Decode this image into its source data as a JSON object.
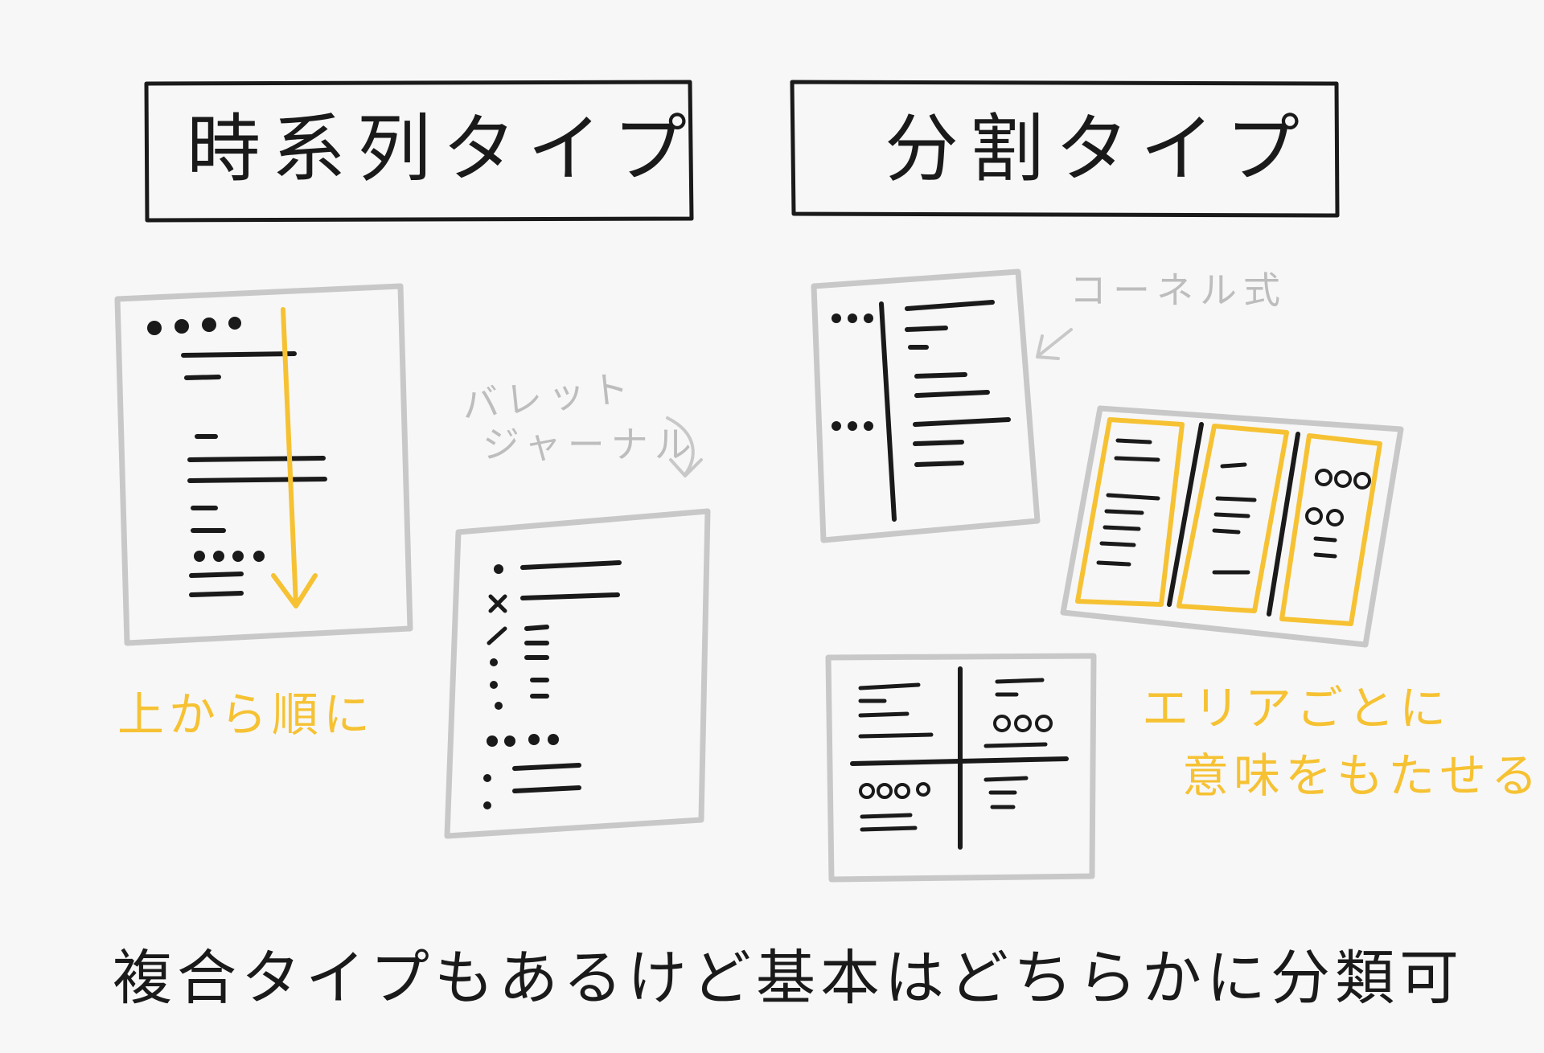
{
  "titles": {
    "left": "時系列タイプ",
    "right": "分割タイプ"
  },
  "notes": {
    "top_to_bottom": "上から順に",
    "bullet_journal_line1": "バレット",
    "bullet_journal_line2": "ジャーナル",
    "cornell": "コーネル式",
    "area_line1": "エリアごとに",
    "area_line2": "意味をもたせる"
  },
  "footer": "複合タイプもあるけど基本はどちらかに分類可",
  "bullet_marks": [
    "•",
    "×",
    "/",
    "•",
    "•"
  ],
  "circle_marks": {
    "triple": "ooo",
    "double": "oo"
  },
  "colors": {
    "ink": "#1a1a1a",
    "accent": "#f6c233",
    "frame": "#c8c8c8",
    "note": "#bdbdbd"
  },
  "icons": [
    "down-arrow-icon",
    "curved-arrow-icon",
    "pointer-arrow-icon"
  ]
}
